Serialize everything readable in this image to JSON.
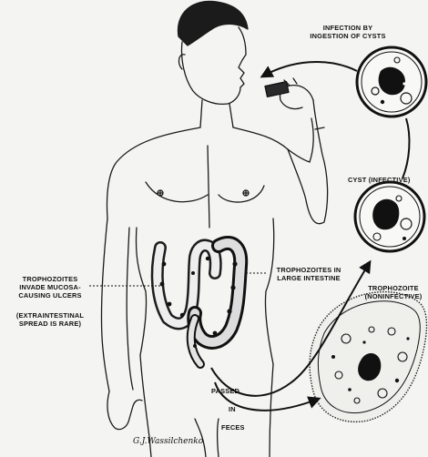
{
  "labels": {
    "infection": [
      "INFECTION BY",
      "INGESTION OF CYSTS"
    ],
    "cyst": "CYST (INFECTIVE)",
    "trophozoite_right": [
      "TROPHOZOITE",
      "(NONINFECTIVE)"
    ],
    "large_intestine": [
      "TROPHOZOITES IN",
      "LARGE INTESTINE"
    ],
    "invade": [
      "TROPHOZOITES",
      "INVADE MUCOSA-",
      "CAUSING ULCERS"
    ],
    "extraintestinal": [
      "(EXTRAINTESTINAL",
      "SPREAD IS RARE)"
    ],
    "passed": [
      "PASSED",
      "IN",
      "FECES"
    ]
  },
  "signature": "G.J.Wassilchenko"
}
